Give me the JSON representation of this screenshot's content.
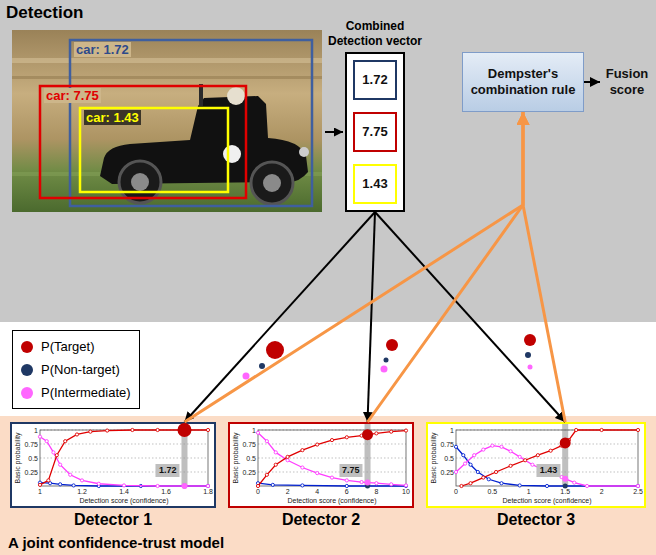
{
  "diagram": {
    "nodes": [
      {
        "text": [
          "Detection"
        ]
      },
      {
        "text": [
          "Combined Detection vector"
        ],
        "in": 0
      },
      {
        "text": [
          "1.72"
        ],
        "in": 1
      },
      {
        "text": [
          "7.75"
        ],
        "in": 1
      },
      {
        "text": [
          "1.43"
        ],
        "in": 1
      },
      {
        "text": [
          "Dempster's combination rule"
        ],
        "in": 0
      },
      {
        "text": [
          "Fusion score"
        ],
        "in": 0
      },
      {
        "text": [
          "A joint confidence-trust model"
        ]
      },
      {
        "text": [
          "Detector 1"
        ],
        "in": 7
      },
      {
        "text": [
          "Detector 2"
        ],
        "in": 7
      },
      {
        "text": [
          "Detector 3"
        ],
        "in": 7
      }
    ],
    "edges": [
      {
        "from": 1,
        "to": 8,
        "arrow": "to"
      },
      {
        "from": 1,
        "to": 9,
        "arrow": "to"
      },
      {
        "from": 1,
        "to": 10,
        "arrow": "to"
      },
      {
        "from": 8,
        "to": 5,
        "arrow": "to"
      },
      {
        "from": 9,
        "to": 5,
        "arrow": "to"
      },
      {
        "from": 10,
        "to": 5,
        "arrow": "to"
      },
      {
        "from": 5,
        "to": 6,
        "arrow": "to"
      }
    ],
    "labels": [
      "car: 1.72",
      "car: 7.75",
      "car: 1.43",
      "Basic probability",
      "1",
      "0.75",
      "0.5",
      "0.25",
      "1",
      "1.2",
      "1.4",
      "1.6",
      "1.8",
      "Detection score (confidence)",
      "1.72",
      "Basic probability",
      "1",
      "0.75",
      "0.5",
      "0.25",
      "0",
      "2",
      "4",
      "6",
      "8",
      "10",
      "Detection score (confidence)",
      "7.75",
      "Basic probability",
      "1",
      "0.75",
      "0.5",
      "0.25",
      "0",
      "0.5",
      "1",
      "1.5",
      "2",
      "2.5",
      "Detection score (confidence)",
      "1.43"
    ],
    "legend": [
      {
        "text": "P(Target)",
        "color": "#c00000"
      },
      {
        "text": "P(Non-target)",
        "color": "#1f3864"
      },
      {
        "text": "P(Intermediate)",
        "color": "#ff66ff"
      }
    ]
  }
}
